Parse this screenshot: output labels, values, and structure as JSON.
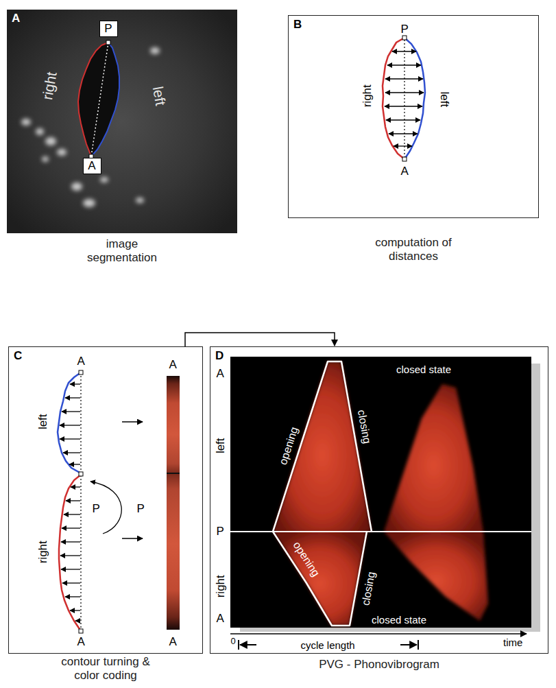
{
  "diagram": {
    "nodes": [
      {
        "text": [
          "A",
          "image segmentation"
        ]
      },
      {
        "text": [
          "P"
        ],
        "in": 0
      },
      {
        "text": [
          "A"
        ],
        "in": 0
      },
      {
        "text": [
          "B",
          "computation of distances"
        ]
      },
      {
        "text": [
          "C",
          "contour turning & color coding"
        ]
      },
      {
        "text": [
          "D",
          "PVG - Phonovibrogram"
        ]
      }
    ],
    "edges": [
      {
        "from": 4,
        "to": 5,
        "arrow": "to"
      }
    ],
    "labels": [
      "right",
      "left",
      "P",
      "A",
      "right",
      "left",
      "A",
      "left",
      "P",
      "P",
      "right",
      "A",
      "A",
      "A",
      "A",
      "left",
      "P",
      "right",
      "A",
      "closed state",
      "opening",
      "closing",
      "opening",
      "closing",
      "closed state",
      "0",
      "cycle length",
      "time"
    ]
  }
}
